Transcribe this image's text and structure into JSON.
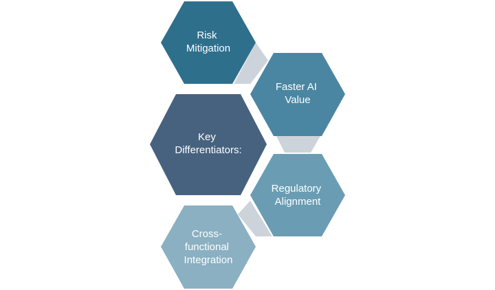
{
  "diagram": {
    "nodes": [
      {
        "id": "risk-mitigation",
        "lines": [
          "Risk",
          "Mitigation"
        ],
        "color": "#2e6f8c"
      },
      {
        "id": "faster-ai-value",
        "lines": [
          "Faster AI",
          "Value"
        ],
        "color": "#4a86a1"
      },
      {
        "id": "key-differentiators",
        "lines": [
          "Key",
          "Differentiators:"
        ],
        "color": "#47627f"
      },
      {
        "id": "regulatory-alignment",
        "lines": [
          "Regulatory",
          "Alignment"
        ],
        "color": "#6a9db3"
      },
      {
        "id": "cross-functional-integration",
        "lines": [
          "Cross-",
          "functional",
          "Integration"
        ],
        "color": "#8ab0c2"
      }
    ],
    "connector_color": "#cdd3da"
  }
}
